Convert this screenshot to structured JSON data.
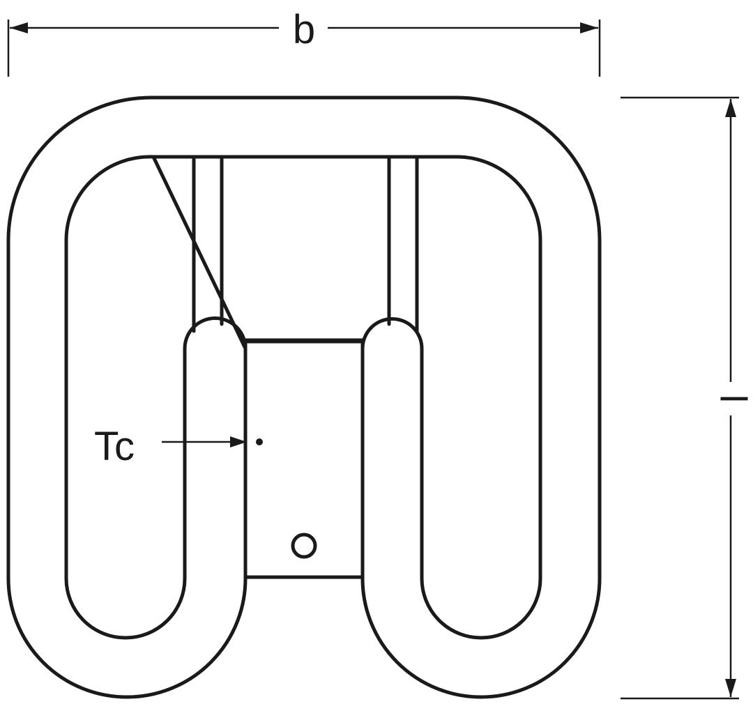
{
  "labels": {
    "width_dimension": "b",
    "length_dimension": "l",
    "tc_marker": "Tc"
  },
  "colors": {
    "line": "#1a1a1a",
    "background": "#ffffff"
  }
}
